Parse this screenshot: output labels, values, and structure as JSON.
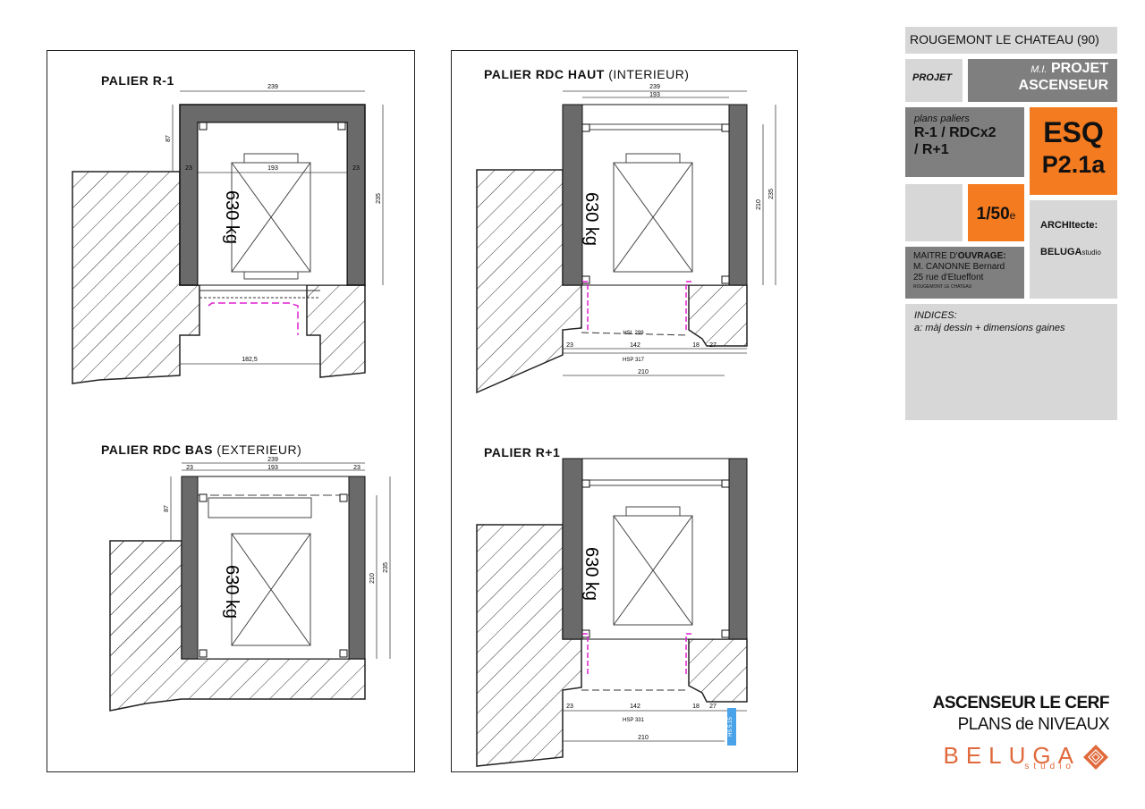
{
  "panels": [
    {
      "title": "PALIER R-1",
      "subtitle": "",
      "load": "630 kg",
      "dims": {
        "width": "239",
        "inner": "193",
        "wall_l": "23",
        "wall_r": "23",
        "depth": "235",
        "side": "87",
        "door": "182,5"
      }
    },
    {
      "title": "PALIER RDC BAS",
      "subtitle": "(EXTERIEUR)",
      "load": "630 kg",
      "dims": {
        "width": "239",
        "inner": "193",
        "wall_l": "23",
        "wall_r": "23",
        "depth": "235",
        "depth2": "210",
        "side": "87"
      }
    },
    {
      "title": "PALIER RDC HAUT",
      "subtitle": "(INTERIEUR)",
      "load": "630 kg",
      "dims": {
        "width": "239",
        "inner": "193",
        "depth": "235",
        "depth2": "210",
        "hsl": "HSL 299",
        "a": "23",
        "b": "142",
        "c": "18",
        "d": "27",
        "hsp": "HSP 317",
        "bottom": "210"
      }
    },
    {
      "title": "PALIER R+1",
      "subtitle": "",
      "load": "630 kg",
      "dims": {
        "a": "23",
        "b": "142",
        "c": "18",
        "d": "27",
        "hsp": "HSP 331",
        "bottom": "210",
        "tag": "HS 5.15"
      }
    }
  ],
  "cartouche": {
    "location": "ROUGEMONT LE CHATEAU (90)",
    "projet_label": "PROJET",
    "mi": "M.I.",
    "projet_title": "PROJET",
    "projet_title2": "ASCENSEUR",
    "plans_label": "plans paliers",
    "plans_value": "R-1 / RDCx2",
    "plans_value2": "/ R+1",
    "esq": "ESQ",
    "esq_code": "P2.1a",
    "scale": "1/50",
    "scale_sup": "e",
    "archi_label": "ARCHItecte:",
    "archi_name": "BELUGA",
    "archi_sub": "studio",
    "mo_label_pre": "MAITRE D'",
    "mo_label": "OUVRAGE:",
    "mo_name": "M. CANONNE Bernard",
    "mo_addr": "25 rue d'Etueffont",
    "mo_city": "ROUGEMONT LE CHATEAU",
    "indices_label": "INDICES:",
    "indices_value": "a: màj dessin + dimensions gaines"
  },
  "footer": {
    "title": "ASCENSEUR LE CERF",
    "subtitle": "PLANS de NIVEAUX",
    "brand": "BELUGA",
    "brand_sub": "studio"
  },
  "colors": {
    "wall": "#6a6a6a",
    "orange": "#f47b20",
    "magenta": "#e020d0",
    "panel_grey": "#d7d7d7",
    "dark_grey": "#7f7f7f"
  }
}
